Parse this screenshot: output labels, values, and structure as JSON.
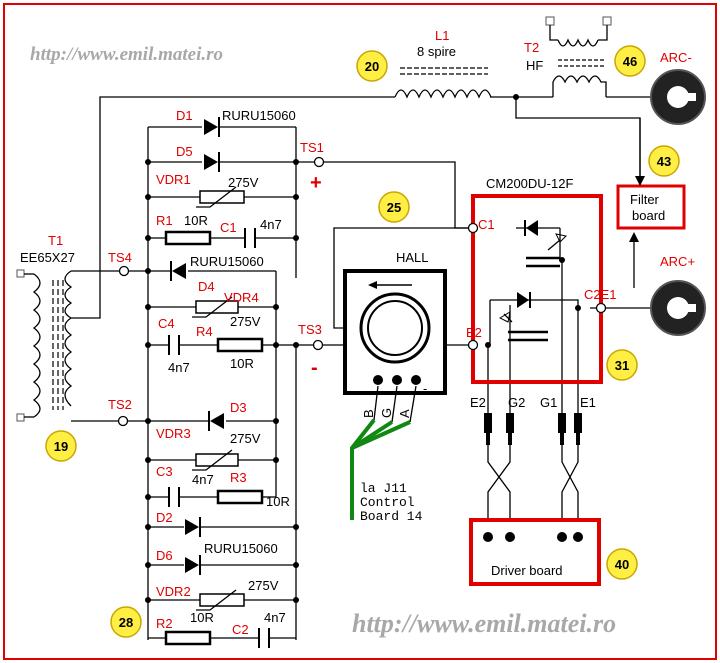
{
  "watermark": "http://www.emil.matei.ro",
  "colors": {
    "red": "#e00000",
    "badge": "#ffee44",
    "green": "#118811",
    "wire": "#000000",
    "ring": "#4a4a4a"
  },
  "components": {
    "t1_name": "T1",
    "t1_core": "EE65X27",
    "l1_name": "L1",
    "l1_turns": "8 spire",
    "t2_name": "T2",
    "t2_type": "HF",
    "d1": "D1",
    "d5": "D5",
    "d4": "D4",
    "d3": "D3",
    "d2": "D2",
    "d6": "D6",
    "diode_part_top": "RURU15060",
    "diode_part_mid": "RURU15060",
    "diode_part_bot": "RURU15060",
    "vdr1": "VDR1",
    "vdr4": "VDR4",
    "vdr3": "VDR3",
    "vdr2": "VDR2",
    "vdr_v1": "275V",
    "vdr_v4": "275V",
    "vdr_v3": "275V",
    "vdr_v2": "275V",
    "r1": "R1",
    "r4": "R4",
    "r3": "R3",
    "r2": "R2",
    "r_v1": "10R",
    "r_v4": "10R",
    "r_v3": "10R",
    "r_v2": "10R",
    "c1": "C1",
    "c4": "C4",
    "c3": "C3",
    "c2": "C2",
    "c_v1": "4n7",
    "c_v4": "4n7",
    "c_v3": "4n7",
    "c_v2": "4n7",
    "igbt": "CM200DU-12F",
    "hall": "HALL",
    "hall_pins": [
      "B",
      "G",
      "A"
    ],
    "hall_minus": "-"
  },
  "terminals": {
    "ts1": "TS1",
    "ts2": "TS2",
    "ts3": "TS3",
    "ts4": "TS4",
    "plus": "+",
    "minus": "-",
    "c1": "C1",
    "e2": "E2",
    "c2e1": "C2E1",
    "gate_pins": [
      "E2",
      "G2",
      "G1",
      "E1"
    ]
  },
  "outputs": {
    "arc_minus": "ARC-",
    "arc_plus": "ARC+"
  },
  "boxes": {
    "filter_line1": "Filter",
    "filter_line2": "board",
    "driver": "Driver board"
  },
  "control_note": [
    "la J11",
    "Control",
    "Board 14"
  ],
  "badges": [
    "20",
    "46",
    "43",
    "25",
    "31",
    "19",
    "40",
    "28"
  ]
}
